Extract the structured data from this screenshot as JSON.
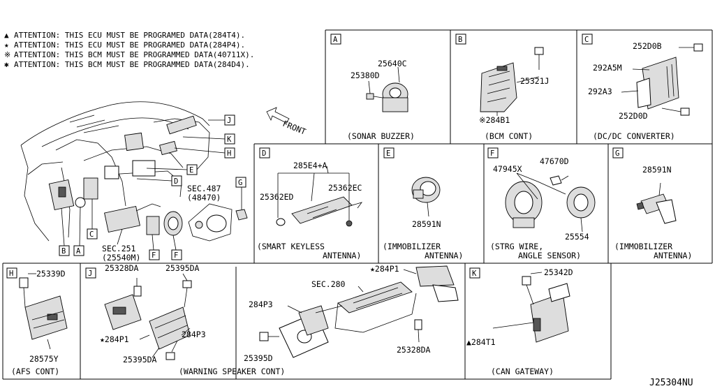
{
  "attention_notes": [
    "ATTENTION: THIS ECU MUST BE PROGRAMED DATA(284T4).",
    "ATTENTION: THIS ECU MUST BE PROGRAMED DATA(284P4).",
    "ATTENTION: THIS BCM MUST BE PROGRAMMED DATA(40711X).",
    "ATTENTION: THIS BCM MUST BE PROGRAMMED DATA(284D4)."
  ],
  "attention_symbols": [
    "▲",
    "★",
    "※",
    "✱"
  ],
  "overview": {
    "front": "FRONT",
    "sec487": "SEC.487",
    "sec487_sub": "(48470)",
    "sec251": "SEC.251",
    "sec251_sub": "(25540M)",
    "callouts": [
      "J",
      "K",
      "H",
      "E",
      "D",
      "G",
      "C",
      "B",
      "A",
      "F",
      "F"
    ]
  },
  "panels": {
    "A": {
      "letter": "A",
      "caption": "(SONAR BUZZER)",
      "parts": [
        "25640C",
        "25380D"
      ]
    },
    "B": {
      "letter": "B",
      "caption": "(BCM CONT)",
      "parts": [
        "25321J",
        "※284B1"
      ]
    },
    "C": {
      "letter": "C",
      "caption": "(DC/DC CONVERTER)",
      "parts": [
        "252D0B",
        "292A5M",
        "292A3",
        "252D0D"
      ]
    },
    "D": {
      "letter": "D",
      "caption_l1": "(SMART KEYLESS",
      "caption_l2": "ANTENNA)",
      "parts": [
        "285E4+A",
        "25362ED",
        "25362EC"
      ]
    },
    "E": {
      "letter": "E",
      "caption_l1": "(IMMOBILIZER",
      "caption_l2": "ANTENNA)",
      "parts": [
        "28591N"
      ]
    },
    "F": {
      "letter": "F",
      "caption_l1": "(STRG WIRE,",
      "caption_l2": "ANGLE SENSOR)",
      "parts": [
        "47945X",
        "47670D",
        "25554"
      ]
    },
    "G": {
      "letter": "G",
      "caption_l1": "(IMMOBILIZER",
      "caption_l2": "ANTENNA)",
      "parts": [
        "28591N"
      ]
    },
    "H": {
      "letter": "H",
      "caption": "(AFS CONT)",
      "parts": [
        "25339D",
        "28575Y"
      ]
    },
    "J": {
      "letter": "J",
      "caption": "(WARNING SPEAKER CONT)",
      "parts": [
        "25328DA",
        "25395DA",
        "284P3",
        "★284P1",
        "25395DA",
        "★284P1",
        "SEC.280",
        "284P3",
        "25395D",
        "25328DA"
      ]
    },
    "K": {
      "letter": "K",
      "caption": "(CAN GATEWAY)",
      "parts": [
        "25342D",
        "▲284T1"
      ]
    }
  },
  "diagram_code": "J25304NU"
}
